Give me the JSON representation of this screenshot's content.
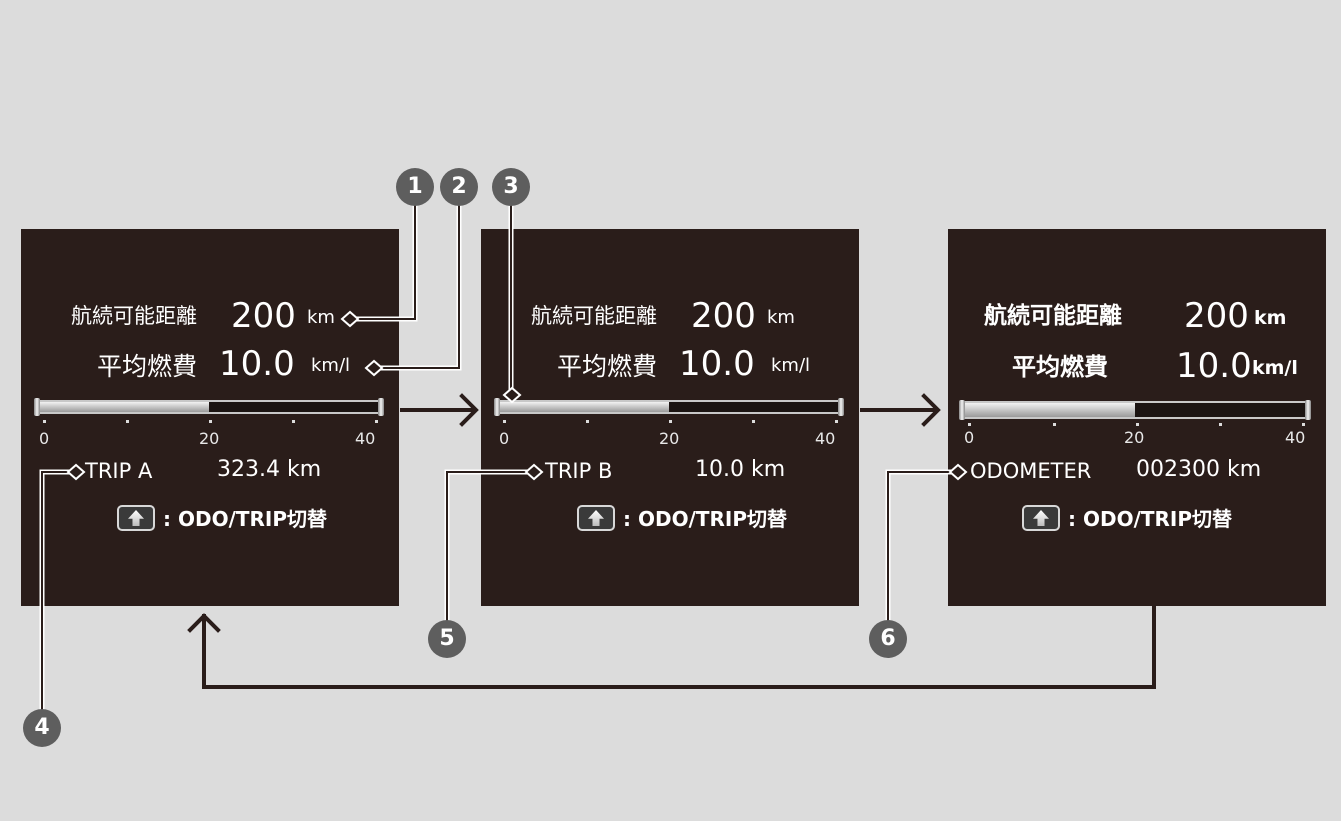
{
  "panels": [
    {
      "range_label": "航続可能距離",
      "range_value": "200",
      "range_unit": "km",
      "fuel_label": "平均燃費",
      "fuel_value": "10.0",
      "fuel_unit": "km/l",
      "gauge_fill": 0.5,
      "gauge_ticks": [
        "0",
        "20",
        "40"
      ],
      "trip_label": "TRIP A",
      "trip_value": "323.4 km",
      "switch_text": ": ODO/TRIP切替"
    },
    {
      "range_label": "航続可能距離",
      "range_value": "200",
      "range_unit": "km",
      "fuel_label": "平均燃費",
      "fuel_value": "10.0",
      "fuel_unit": "km/l",
      "gauge_fill": 0.5,
      "gauge_ticks": [
        "0",
        "20",
        "40"
      ],
      "trip_label": "TRIP B",
      "trip_value": "10.0 km",
      "switch_text": ": ODO/TRIP切替"
    },
    {
      "range_label": "航続可能距離",
      "range_value": "200",
      "range_unit": "km",
      "fuel_label": "平均燃費",
      "fuel_value": "10.0",
      "fuel_unit": "km/l",
      "gauge_fill": 0.5,
      "gauge_ticks": [
        "0",
        "20",
        "40"
      ],
      "trip_label": "ODOMETER",
      "trip_value": "002300 km",
      "switch_text": ": ODO/TRIP切替"
    }
  ],
  "callouts": [
    "1",
    "2",
    "3",
    "4",
    "5",
    "6"
  ],
  "colors": {
    "background": "#dcdcdc",
    "panel": "#2a1d1a",
    "badge": "#5e5e5e",
    "arrow": "#2a1d1a"
  },
  "icons": [
    "switch-button-icon"
  ]
}
